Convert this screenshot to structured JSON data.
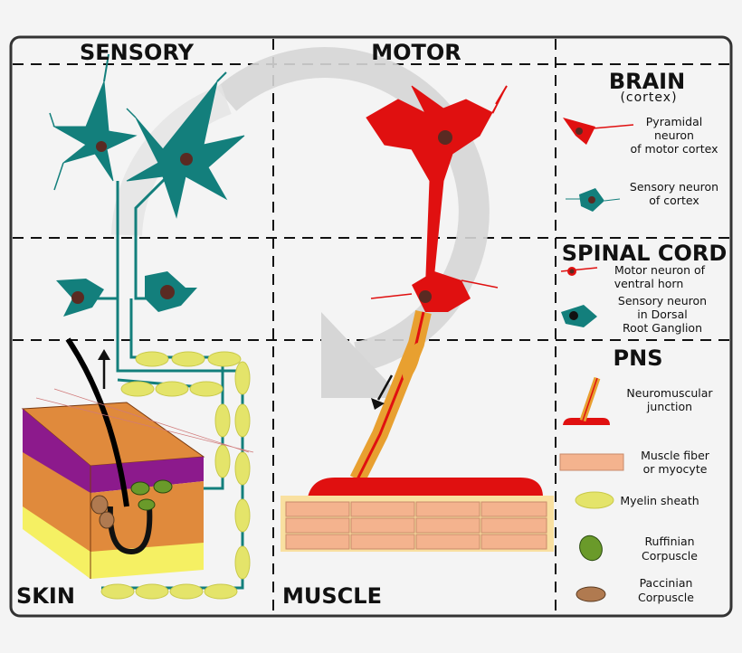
{
  "columns": {
    "sensory": "SENSORY",
    "motor": "MOTOR"
  },
  "regions": {
    "skin": "SKIN",
    "muscle": "MUSCLE"
  },
  "legend": {
    "brain": {
      "title": "BRAIN",
      "subtitle": "(cortex)"
    },
    "pyramidal": [
      "Pyramidal",
      "neuron",
      "of motor cortex"
    ],
    "sensory_cortex": [
      "Sensory neuron",
      "of cortex"
    ],
    "spinal": {
      "title": "SPINAL CORD"
    },
    "motor_ventral": [
      "Motor neuron of",
      "ventral horn"
    ],
    "sensory_dorsal": [
      "Sensory neuron",
      "in Dorsal",
      "Root Ganglion"
    ],
    "pns": {
      "title": "PNS"
    },
    "nmj": [
      "Neuromuscular",
      "junction"
    ],
    "muscle_fiber": [
      "Muscle fiber",
      "or myocyte"
    ],
    "myelin": [
      "Myelin sheath"
    ],
    "ruffinian": [
      "Ruffinian",
      "Corpuscle"
    ],
    "paccinian": [
      "Paccinian",
      "Corpuscle"
    ]
  },
  "colors": {
    "sensory": "#137f7c",
    "motor": "#e01010",
    "myelin": "#e4e46a",
    "axon_orange": "#e8a030",
    "muscle": "#f4b38e",
    "skin_purple": "#8c1a8c",
    "skin_orange": "#e08a3c",
    "skin_yellow": "#f5f063",
    "nucleus": "#5a2a22"
  }
}
